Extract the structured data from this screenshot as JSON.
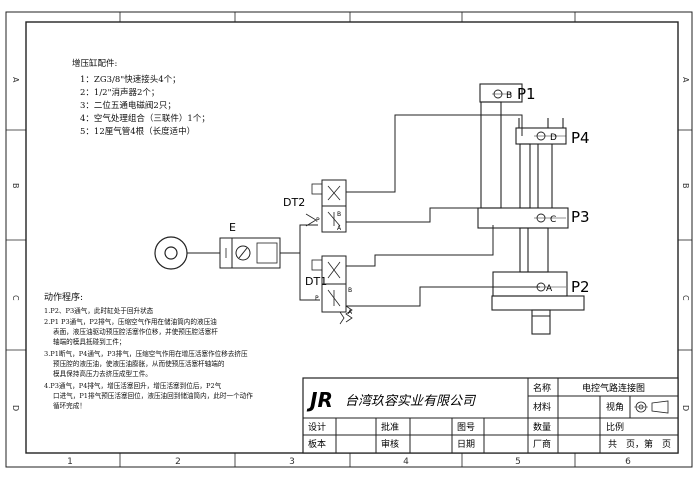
{
  "frame": {
    "columns": [
      "1",
      "2",
      "3",
      "4",
      "5",
      "6"
    ],
    "rows": [
      "A",
      "B",
      "C",
      "D"
    ]
  },
  "parts": {
    "title": "增压缸配件:",
    "items": [
      "1：ZG3/8\"快速接头4个；",
      "2：1/2\"消声器2个；",
      "3：二位五通电磁阀2只；",
      "4：空气处理组合（三联件）1个；",
      "5：12厘气管4根（长度适中）"
    ]
  },
  "procedure": {
    "title": "动作程序:",
    "lines": [
      "1.P2、P3通气，此时缸处于回升状态",
      "2.P1 P3通气，P2排气，压缩空气作用在储油筒内的液压油",
      "表面，液压油驱动预压腔活塞作位移，并使预压腔活塞杆",
      "轴端的模具抵碰到工件；",
      "3.P1断气，P4通气，P3排气，压缩空气作用在增压活塞作位移去挤压",
      "预压腔的液压油，使液压油膨胀，从而使预压活塞杆轴端的",
      "模具保持高压力去挤压成型工件。",
      "4.P3通气，P4排气，增压活塞回升，增压活塞到位后，P2气",
      "口进气，P1排气预压活塞回位，液压油回到储油筒内，此时一个动作",
      "循环完成！"
    ]
  },
  "diagram": {
    "valve_upper": "DT2",
    "valve_lower": "DT1",
    "unit_label": "E",
    "port_a": "A",
    "port_b": "B",
    "port_p": "P",
    "ports": [
      {
        "name": "P1",
        "tag": "B"
      },
      {
        "name": "P4",
        "tag": "D"
      },
      {
        "name": "P3",
        "tag": "C"
      },
      {
        "name": "P2",
        "tag": "A"
      }
    ]
  },
  "title_block": {
    "logo": "JR",
    "company": "台湾玖容实业有限公司",
    "name_label": "名称",
    "name_value": "电控气路连接图",
    "material_label": "材料",
    "view_label": "视角",
    "design_label": "设计",
    "approve_label": "批准",
    "drawing_no_label": "图号",
    "qty_label": "数量",
    "scale_label": "比例",
    "board_label": "板本",
    "review_label": "审核",
    "date_label": "日期",
    "factory_label": "厂商",
    "pages_text": "共　页，第　页"
  }
}
